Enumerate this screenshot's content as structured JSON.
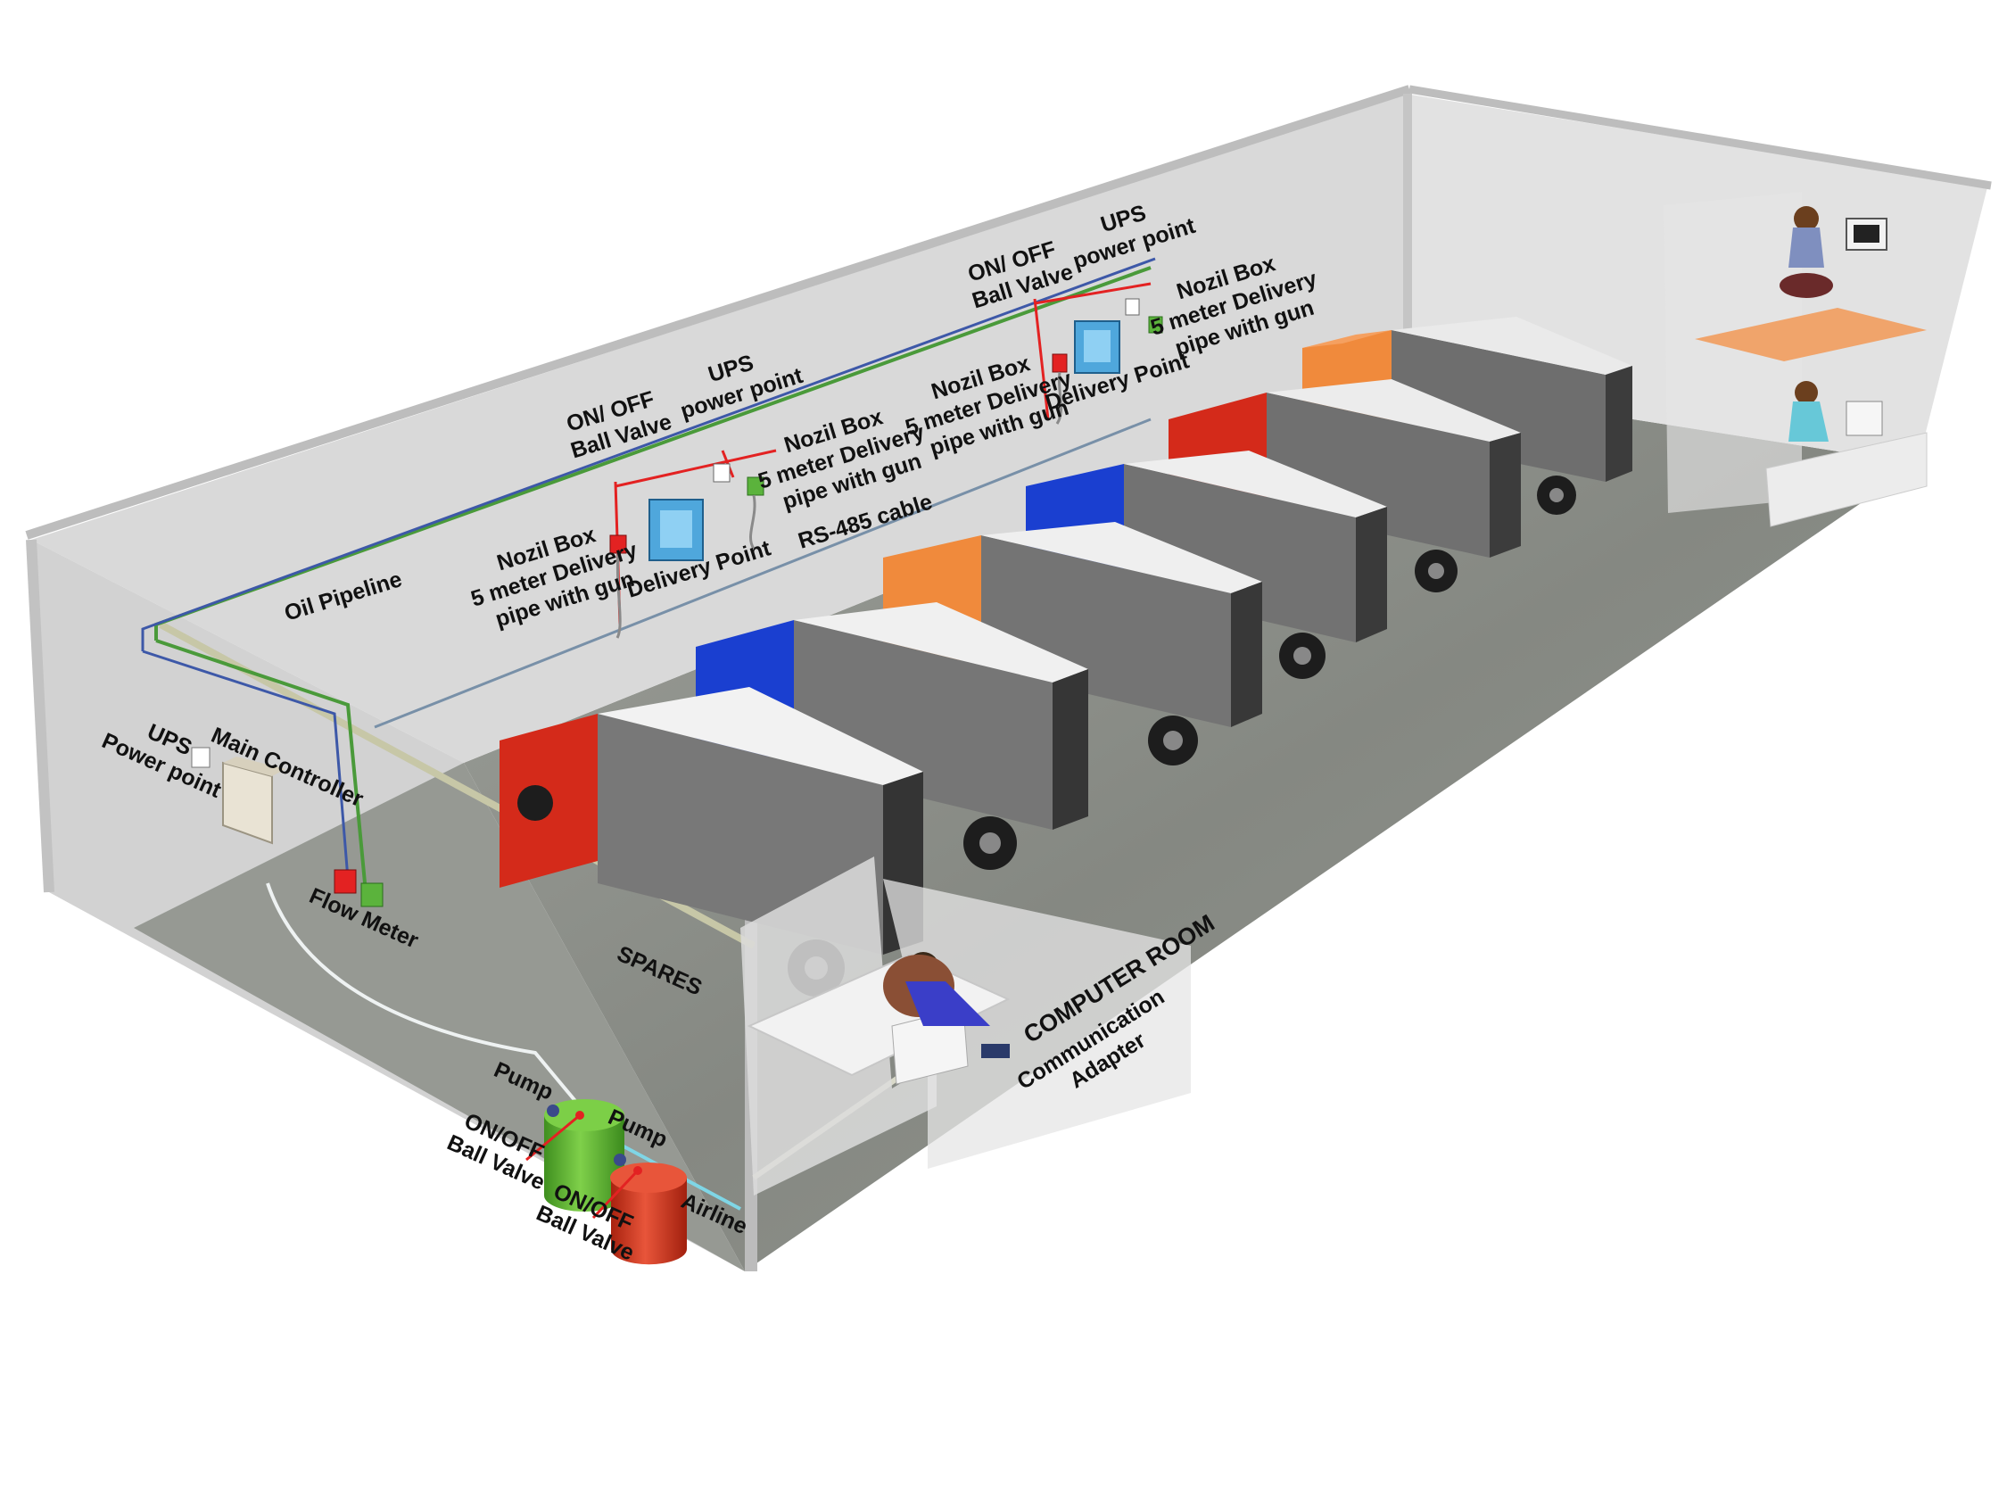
{
  "labels": {
    "oil_pipeline": "Oil Pipeline",
    "rs485": "RS-485 cable",
    "ups_power_point_main": [
      "UPS",
      "Power point"
    ],
    "main_controller": "Main Controller",
    "flow_meter": "Flow Meter",
    "spares": "SPARES",
    "computer_room": "COMPUTER ROOM",
    "comm_adapter": [
      "Communication",
      "Adapter"
    ],
    "pump_1": "Pump",
    "pump_2": "Pump",
    "ball_valve_tank_1": [
      "ON/OFF",
      "Ball Valve"
    ],
    "ball_valve_tank_2": [
      "ON/OFF",
      "Ball Valve"
    ],
    "airline": "Airline",
    "station_1": {
      "ball_valve": [
        "ON/ OFF",
        "Ball Valve"
      ],
      "ups": [
        "UPS",
        "power point"
      ],
      "nozil_box": [
        "Nozil Box",
        "5 meter Delivery",
        "pipe with gun"
      ],
      "nozil_box_right": [
        "Nozil Box",
        "5 meter Delivery",
        "pipe with gun"
      ],
      "delivery_point": "Delivery Point"
    },
    "station_2": {
      "ball_valve": [
        "ON/ OFF",
        "Ball Valve"
      ],
      "ups": [
        "UPS",
        "power point"
      ],
      "nozil_box": [
        "Nozil Box",
        "5 meter Delivery",
        "pipe with gun"
      ],
      "delivery_point": "Delivery Point"
    }
  },
  "colors": {
    "wall": "#d9d9d9",
    "floor": "#8e918c",
    "oil_pipeline": "#4a9a3a",
    "rs485_cable": "#3d58a8",
    "valve": "#e32222",
    "ups_box": "#5bb33c",
    "delivery_point": "#4fa7dc",
    "truck_red": "#d42a1a",
    "truck_blue": "#1a3fd0",
    "truck_orange": "#f08a3c",
    "trailer": "#d3d3d3",
    "tank_green": "#5ab12f",
    "tank_red": "#d2331f",
    "desk": "#f0a46b"
  },
  "trucks": [
    {
      "cab_color": "red"
    },
    {
      "cab_color": "blue"
    },
    {
      "cab_color": "orange"
    },
    {
      "cab_color": "blue"
    },
    {
      "cab_color": "red"
    },
    {
      "cab_color": "orange"
    }
  ]
}
